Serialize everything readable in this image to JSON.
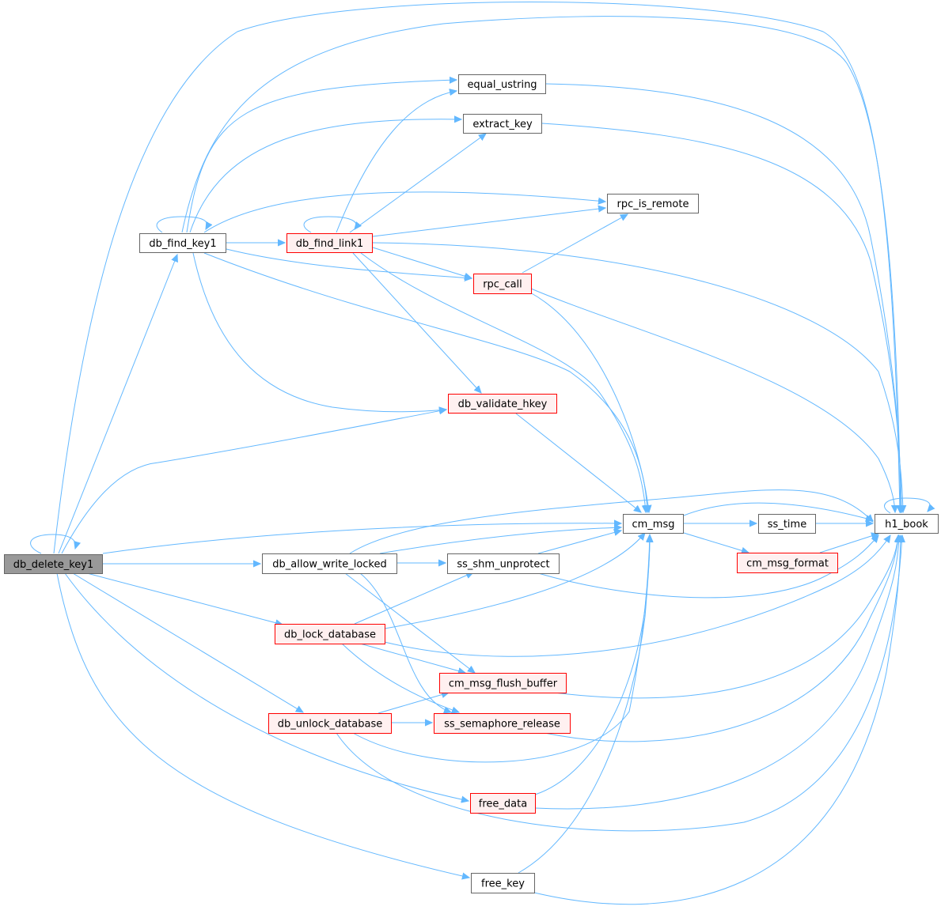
{
  "diagram": {
    "type": "call-graph",
    "colors": {
      "edge": "#63b8ff",
      "node_fill": "#ffffff",
      "node_border": "#666666",
      "truncated_fill": "#fff0f0",
      "truncated_border": "#ff0000",
      "root_fill": "#999999"
    },
    "nodes": [
      {
        "id": "db_delete_key1",
        "label": "db_delete_key1",
        "style": "root"
      },
      {
        "id": "db_find_key1",
        "label": "db_find_key1",
        "style": "normal"
      },
      {
        "id": "equal_ustring",
        "label": "equal_ustring",
        "style": "normal"
      },
      {
        "id": "extract_key",
        "label": "extract_key",
        "style": "normal"
      },
      {
        "id": "rpc_is_remote",
        "label": "rpc_is_remote",
        "style": "normal"
      },
      {
        "id": "db_find_link1",
        "label": "db_find_link1",
        "style": "truncated"
      },
      {
        "id": "rpc_call",
        "label": "rpc_call",
        "style": "truncated"
      },
      {
        "id": "db_validate_hkey",
        "label": "db_validate_hkey",
        "style": "truncated"
      },
      {
        "id": "cm_msg",
        "label": "cm_msg",
        "style": "normal"
      },
      {
        "id": "ss_time",
        "label": "ss_time",
        "style": "normal"
      },
      {
        "id": "h1_book",
        "label": "h1_book",
        "style": "normal"
      },
      {
        "id": "cm_msg_format",
        "label": "cm_msg_format",
        "style": "truncated"
      },
      {
        "id": "db_allow_write_locked",
        "label": "db_allow_write_locked",
        "style": "normal"
      },
      {
        "id": "ss_shm_unprotect",
        "label": "ss_shm_unprotect",
        "style": "normal"
      },
      {
        "id": "db_lock_database",
        "label": "db_lock_database",
        "style": "truncated"
      },
      {
        "id": "cm_msg_flush_buffer",
        "label": "cm_msg_flush_buffer",
        "style": "truncated"
      },
      {
        "id": "db_unlock_database",
        "label": "db_unlock_database",
        "style": "truncated"
      },
      {
        "id": "ss_semaphore_release",
        "label": "ss_semaphore_release",
        "style": "truncated"
      },
      {
        "id": "free_data",
        "label": "free_data",
        "style": "truncated"
      },
      {
        "id": "free_key",
        "label": "free_key",
        "style": "normal"
      }
    ],
    "edges": [
      {
        "from": "db_delete_key1",
        "to": "db_delete_key1"
      },
      {
        "from": "db_delete_key1",
        "to": "h1_book"
      },
      {
        "from": "db_delete_key1",
        "to": "db_find_key1"
      },
      {
        "from": "db_delete_key1",
        "to": "db_validate_hkey"
      },
      {
        "from": "db_delete_key1",
        "to": "cm_msg"
      },
      {
        "from": "db_delete_key1",
        "to": "db_allow_write_locked"
      },
      {
        "from": "db_delete_key1",
        "to": "db_lock_database"
      },
      {
        "from": "db_delete_key1",
        "to": "db_unlock_database"
      },
      {
        "from": "db_delete_key1",
        "to": "free_data"
      },
      {
        "from": "db_delete_key1",
        "to": "free_key"
      },
      {
        "from": "db_find_key1",
        "to": "db_find_key1"
      },
      {
        "from": "db_find_key1",
        "to": "equal_ustring"
      },
      {
        "from": "db_find_key1",
        "to": "extract_key"
      },
      {
        "from": "db_find_key1",
        "to": "rpc_is_remote"
      },
      {
        "from": "db_find_key1",
        "to": "db_find_link1"
      },
      {
        "from": "db_find_key1",
        "to": "rpc_call"
      },
      {
        "from": "db_find_key1",
        "to": "db_validate_hkey"
      },
      {
        "from": "db_find_key1",
        "to": "cm_msg"
      },
      {
        "from": "db_find_key1",
        "to": "h1_book"
      },
      {
        "from": "db_find_link1",
        "to": "db_find_link1"
      },
      {
        "from": "db_find_link1",
        "to": "equal_ustring"
      },
      {
        "from": "db_find_link1",
        "to": "extract_key"
      },
      {
        "from": "db_find_link1",
        "to": "rpc_is_remote"
      },
      {
        "from": "db_find_link1",
        "to": "rpc_call"
      },
      {
        "from": "db_find_link1",
        "to": "db_validate_hkey"
      },
      {
        "from": "db_find_link1",
        "to": "cm_msg"
      },
      {
        "from": "db_find_link1",
        "to": "h1_book"
      },
      {
        "from": "equal_ustring",
        "to": "h1_book"
      },
      {
        "from": "extract_key",
        "to": "h1_book"
      },
      {
        "from": "rpc_call",
        "to": "rpc_is_remote"
      },
      {
        "from": "rpc_call",
        "to": "cm_msg"
      },
      {
        "from": "rpc_call",
        "to": "h1_book"
      },
      {
        "from": "db_validate_hkey",
        "to": "cm_msg"
      },
      {
        "from": "cm_msg",
        "to": "h1_book"
      },
      {
        "from": "cm_msg",
        "to": "ss_time"
      },
      {
        "from": "cm_msg",
        "to": "cm_msg_format"
      },
      {
        "from": "ss_time",
        "to": "h1_book"
      },
      {
        "from": "cm_msg_format",
        "to": "h1_book"
      },
      {
        "from": "h1_book",
        "to": "h1_book"
      },
      {
        "from": "db_allow_write_locked",
        "to": "cm_msg"
      },
      {
        "from": "db_allow_write_locked",
        "to": "ss_shm_unprotect"
      },
      {
        "from": "db_allow_write_locked",
        "to": "h1_book"
      },
      {
        "from": "db_allow_write_locked",
        "to": "cm_msg_flush_buffer"
      },
      {
        "from": "db_allow_write_locked",
        "to": "ss_semaphore_release"
      },
      {
        "from": "ss_shm_unprotect",
        "to": "cm_msg"
      },
      {
        "from": "ss_shm_unprotect",
        "to": "h1_book"
      },
      {
        "from": "db_lock_database",
        "to": "ss_shm_unprotect"
      },
      {
        "from": "db_lock_database",
        "to": "cm_msg"
      },
      {
        "from": "db_lock_database",
        "to": "h1_book"
      },
      {
        "from": "db_lock_database",
        "to": "cm_msg_flush_buffer"
      },
      {
        "from": "db_lock_database",
        "to": "ss_semaphore_release"
      },
      {
        "from": "db_unlock_database",
        "to": "cm_msg_flush_buffer"
      },
      {
        "from": "db_unlock_database",
        "to": "ss_semaphore_release"
      },
      {
        "from": "db_unlock_database",
        "to": "cm_msg"
      },
      {
        "from": "db_unlock_database",
        "to": "h1_book"
      },
      {
        "from": "cm_msg_flush_buffer",
        "to": "h1_book"
      },
      {
        "from": "ss_semaphore_release",
        "to": "h1_book"
      },
      {
        "from": "free_data",
        "to": "cm_msg"
      },
      {
        "from": "free_data",
        "to": "h1_book"
      },
      {
        "from": "free_key",
        "to": "cm_msg"
      },
      {
        "from": "free_key",
        "to": "h1_book"
      }
    ]
  }
}
